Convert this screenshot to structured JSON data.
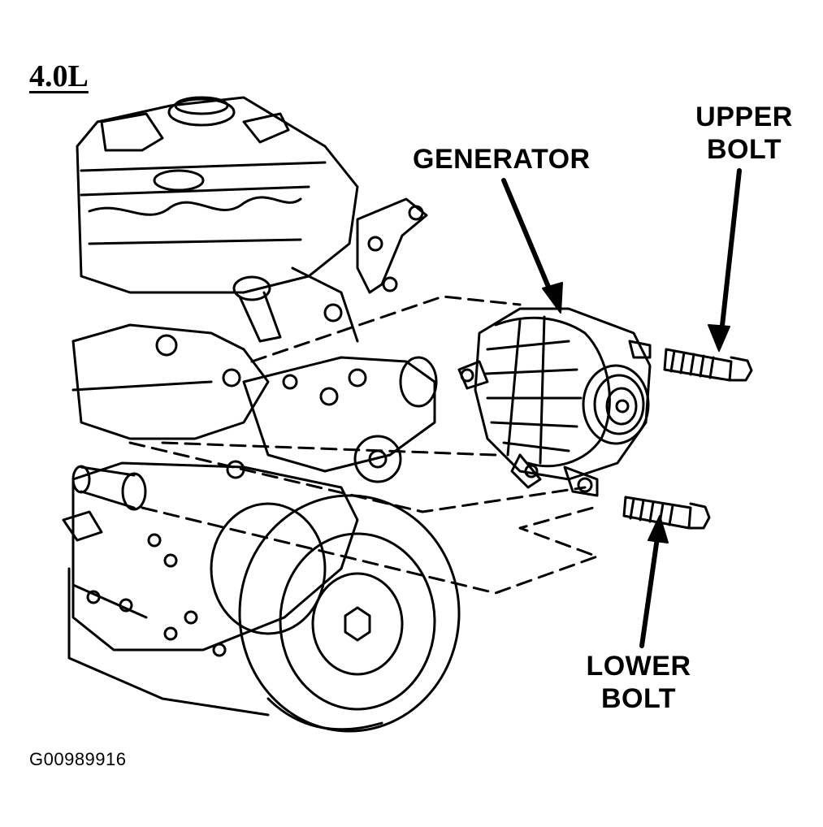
{
  "title": "4.0L",
  "figure_id": "G00989916",
  "labels": {
    "generator": "GENERATOR",
    "upper_bolt": [
      "UPPER",
      "BOLT"
    ],
    "lower_bolt": [
      "LOWER",
      "BOLT"
    ]
  },
  "colors": {
    "ink": "#000000",
    "paper": "#ffffff"
  }
}
